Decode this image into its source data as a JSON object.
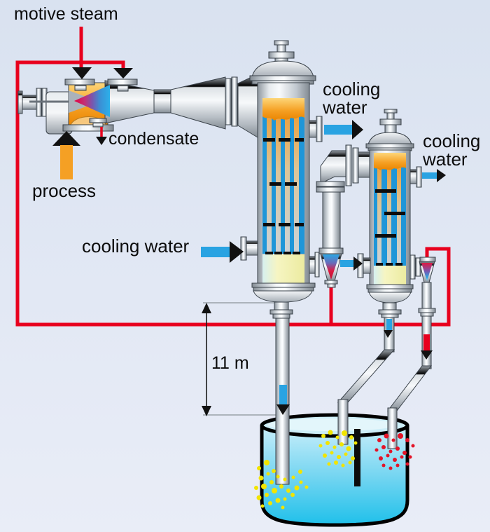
{
  "labels": {
    "motive_steam": "motive steam",
    "condensate": "condensate",
    "process": "process",
    "cooling_water_out_primary": "cooling water",
    "cooling_water_out_secondary": "cooling water",
    "cooling_water_in": "cooling water",
    "barometric_height": "11 m"
  },
  "colors": {
    "background_top": "#d9e2f0",
    "background_bottom": "#e9edf7",
    "steam_line_red": "#e8001e",
    "cooling_water_blue": "#29a3e2",
    "process_orange": "#f5a024",
    "condenser_interior_blue": "#1f96d8",
    "vapor_orange": "#f39a16",
    "condensate_yellow": "#efeea4",
    "hotwell_water_top": "#c9eefa",
    "hotwell_water_bottom": "#1fc0ea",
    "gas_bubbles_yellow": "#f2e400",
    "hot_discharge_red": "#e41428",
    "metal_light": "#f2f4f6",
    "metal_dark": "#8a929a"
  }
}
